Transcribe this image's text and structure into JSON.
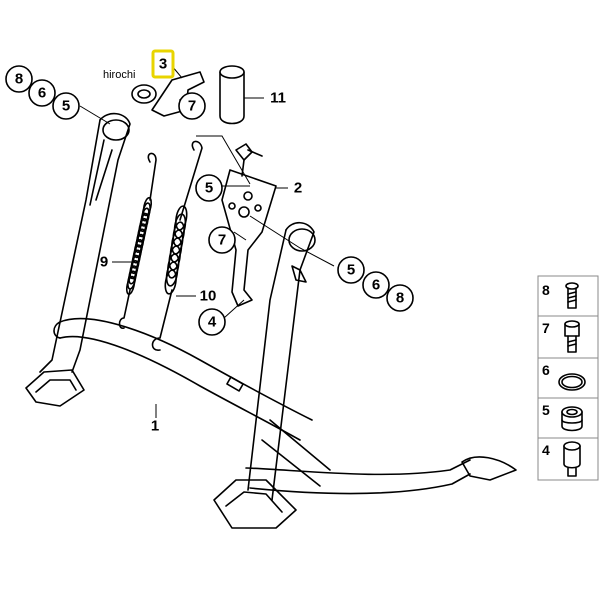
{
  "watermark": "hirochi",
  "highlighted_label": "3",
  "callouts": {
    "top_left": [
      "8",
      "6",
      "5"
    ],
    "right_group": [
      "5",
      "6",
      "8"
    ],
    "c5_mid": "5",
    "c7_top": "7",
    "c7_mid": "7",
    "c4_mid": "4"
  },
  "plain_labels": {
    "l1": "1",
    "l2": "2",
    "l9": "9",
    "l10": "10",
    "l11": "11"
  },
  "legend": [
    "8",
    "7",
    "6",
    "5",
    "4"
  ],
  "colors": {
    "highlight": "#e8d400",
    "line": "#000000",
    "legend_border": "#888888"
  }
}
